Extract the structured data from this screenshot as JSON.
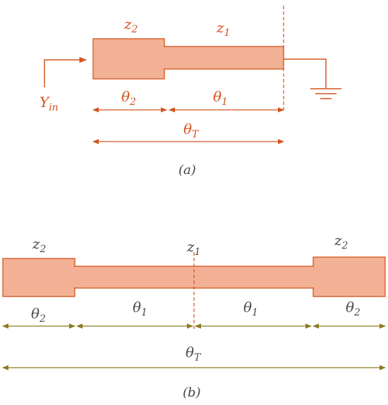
{
  "colors": {
    "fill": "#f2b194",
    "stroke_a": "#d4541f",
    "dim_b": "#8b7a1e",
    "text_b": "#4d4d4d"
  },
  "diagram_a": {
    "z2_sym": "z",
    "z2_sub": "2",
    "z1_sym": "z",
    "z1_sub": "1",
    "yin_sym": "Y",
    "yin_sub": "in",
    "theta2_sym": "θ",
    "theta2_sub": "2",
    "theta1_sym": "θ",
    "theta1_sub": "1",
    "thetaT_sym": "θ",
    "thetaT_sub": "T",
    "caption": "(a)",
    "ground_icon": "ground-icon"
  },
  "diagram_b": {
    "z2_left_sym": "z",
    "z2_left_sub": "2",
    "z1_sym": "z",
    "z1_sub": "1",
    "z2_right_sym": "z",
    "z2_right_sub": "2",
    "theta2_left_sym": "θ",
    "theta2_left_sub": "2",
    "theta1_left_sym": "θ",
    "theta1_left_sub": "1",
    "theta1_right_sym": "θ",
    "theta1_right_sub": "1",
    "theta2_right_sym": "θ",
    "theta2_right_sub": "2",
    "thetaT_sym": "θ",
    "thetaT_sub": "T",
    "caption": "(b)"
  }
}
